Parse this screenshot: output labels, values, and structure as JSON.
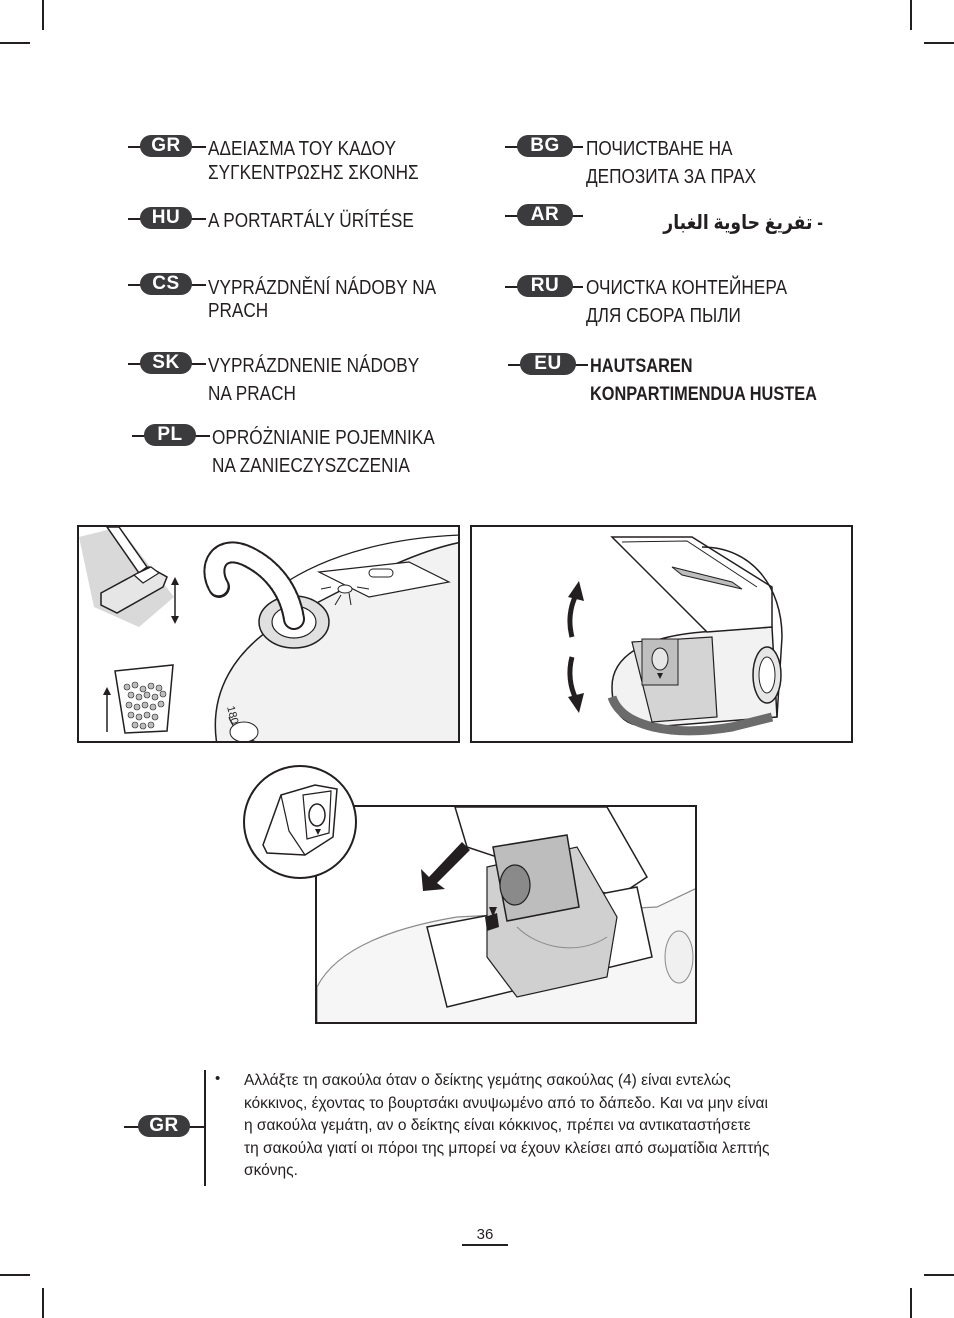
{
  "sections": {
    "gr": {
      "code": "GR",
      "line1": "ΑΔΕΙΑΣΜΑ ΤΟΥ ΚΑΔΟΥ",
      "line2": "ΣΥΓΚΕΝΤΡΩΣΗΣ ΣΚΟΝΗΣ"
    },
    "hu": {
      "code": "HU",
      "line1": "A PORTARTÁLY ÜRÍTÉSE",
      "line2": ""
    },
    "cs": {
      "code": "CS",
      "line1": "VYPRÁZDNĚNÍ NÁDOBY NA",
      "line2": "PRACH"
    },
    "sk": {
      "code": "SK",
      "line1": "VYPRÁZDNENIE NÁDOBY",
      "line2": "NA PRACH"
    },
    "pl": {
      "code": "PL",
      "line1": "OPRÓŻNIANIE POJEMNIKA",
      "line2": "NA ZANIECZYSZCZENIA"
    },
    "bg": {
      "code": "BG",
      "line1": "ПОЧИСТВАНЕ НА",
      "line2": "ДЕПОЗИТА ЗА ПРАХ"
    },
    "ar": {
      "code": "AR",
      "line1": "- تفريغ حاوية الغبار",
      "line2": ""
    },
    "ru": {
      "code": "RU",
      "line1": "ОЧИСТКА КОНТЕЙНЕРА",
      "line2": "ДЛЯ СБОРА ПЫЛИ"
    },
    "eu": {
      "code": "EU",
      "line1": "HAUTSAREN",
      "line2": "KONPARTIMENDUA HUSTEA"
    }
  },
  "figure1": {
    "model_label": "1800W"
  },
  "note": {
    "code": "GR",
    "bullet": "•",
    "lines": [
      "Αλλάξτε τη σακούλα όταν ο δείκτης γεμάτης σακούλας (4) είναι εντελώς",
      "κόκκινος, έχοντας το βουρτσάκι  ανυψωμένο από το δάπεδο. Και να μην είναι",
      "η σακούλα γεμάτη, αν ο δείκτης είναι κόκκινος, πρέπει να αντικαταστήσετε",
      "τη σακούλα γιατί οι πόροι της μπορεί να έχουν κλείσει από σωματίδια λεπτής",
      "σκόνης."
    ]
  },
  "page_number": "36",
  "colors": {
    "ink": "#231f20",
    "pill": "#3b3b3d",
    "line_art_gray": "#8a8a8a",
    "shade": "#d9d9d9"
  }
}
